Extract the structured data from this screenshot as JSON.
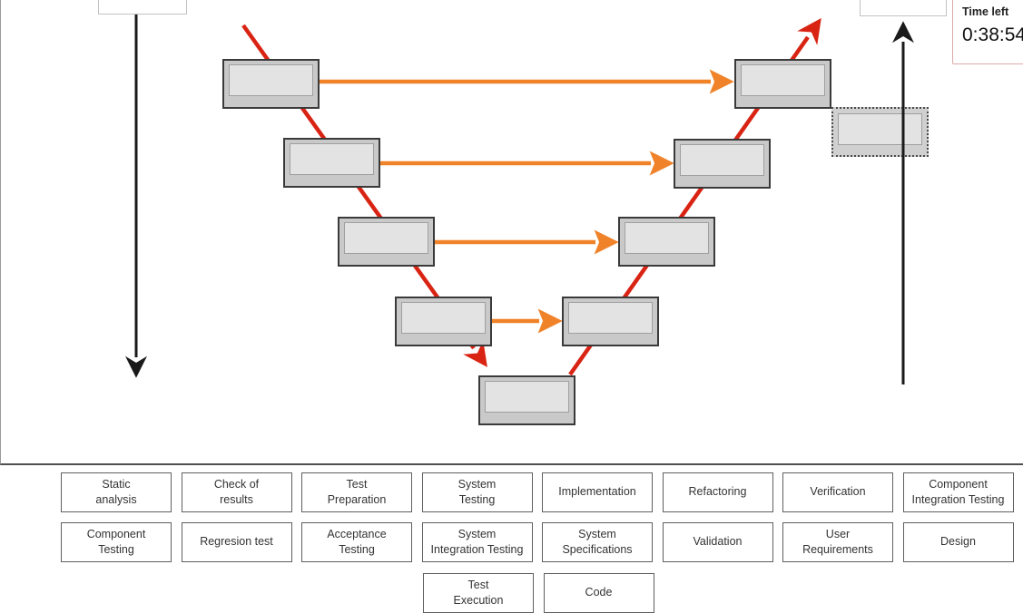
{
  "timer": {
    "label": "Time left",
    "value": "0:38:54"
  },
  "colors": {
    "v_line_red": "#d92313",
    "arrow_orange": "#f08229",
    "arrow_black": "#1a1a1a",
    "slot_fill": "#c9c9c9",
    "slot_inner_fill": "#e3e3e3",
    "slot_border": "#3a3a3a",
    "timer_border": "#dcaaa9",
    "chip_border": "#5f5f5f",
    "chip_text": "#333333"
  },
  "diagram": {
    "description": "V-model with empty drop slots connected by red V lines and orange horizontal arrows",
    "empty_slot_count": 10,
    "highlighted_slot_count": 1
  },
  "tray": {
    "rows": [
      {
        "items": [
          {
            "label": "Static analysis",
            "lines": [
              "Static",
              "analysis"
            ]
          },
          {
            "label": "Check of results",
            "lines": [
              "Check of",
              "results"
            ]
          },
          {
            "label": "Test Preparation",
            "lines": [
              "Test",
              "Preparation"
            ]
          },
          {
            "label": "System Testing",
            "lines": [
              "System",
              "Testing"
            ]
          },
          {
            "label": "Implementation",
            "lines": [
              "Implementation"
            ]
          },
          {
            "label": "Refactoring",
            "lines": [
              "Refactoring"
            ]
          },
          {
            "label": "Verification",
            "lines": [
              "Verification"
            ]
          },
          {
            "label": "Component Integration Testing",
            "lines": [
              "Component",
              "Integration Testing"
            ]
          }
        ]
      },
      {
        "items": [
          {
            "label": "Component Testing",
            "lines": [
              "Component",
              "Testing"
            ]
          },
          {
            "label": "Regresion test",
            "lines": [
              "Regresion test"
            ]
          },
          {
            "label": "Acceptance Testing",
            "lines": [
              "Acceptance",
              "Testing"
            ]
          },
          {
            "label": "System Integration Testing",
            "lines": [
              "System",
              "Integration Testing"
            ]
          },
          {
            "label": "System Specifications",
            "lines": [
              "System",
              "Specifications"
            ]
          },
          {
            "label": "Validation",
            "lines": [
              "Validation"
            ]
          },
          {
            "label": "User Requirements",
            "lines": [
              "User",
              "Requirements"
            ]
          },
          {
            "label": "Design",
            "lines": [
              "Design"
            ]
          }
        ]
      },
      {
        "items": [
          {
            "label": "Test Execution",
            "lines": [
              "Test",
              "Execution"
            ]
          },
          {
            "label": "Code",
            "lines": [
              "Code"
            ]
          }
        ]
      }
    ]
  }
}
